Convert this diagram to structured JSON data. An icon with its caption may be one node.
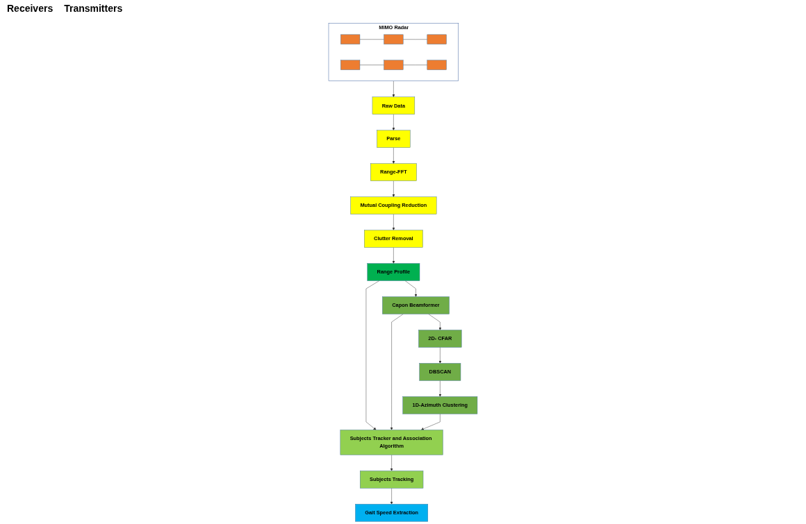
{
  "diagram": {
    "nodes": [
      {
        "text": [
          "MIMO Radar"
        ]
      },
      {
        "text": [],
        "shape": "box",
        "in": 0
      },
      {
        "text": [],
        "shape": "box",
        "in": 0
      },
      {
        "text": [],
        "shape": "box",
        "in": 0
      },
      {
        "text": [],
        "shape": "box",
        "in": 0
      },
      {
        "text": [],
        "shape": "box",
        "in": 0
      },
      {
        "text": [],
        "shape": "box",
        "in": 0
      },
      {
        "text": [
          "Raw Data"
        ]
      },
      {
        "text": [
          "Parse"
        ]
      },
      {
        "text": [
          "Range-FFT"
        ]
      },
      {
        "text": [
          "Mutual Coupling Reduction"
        ]
      },
      {
        "text": [
          "Clutter Removal"
        ]
      },
      {
        "text": [
          "Range Profile"
        ]
      },
      {
        "text": [
          "Capon Beamformer"
        ]
      },
      {
        "text": [
          "2D- CFAR"
        ]
      },
      {
        "text": [
          "DBSCAN"
        ]
      },
      {
        "text": [
          "1D-Azimuth Clustering"
        ]
      },
      {
        "text": [
          "Subjects Tracker and Association Algorithm"
        ]
      },
      {
        "text": [
          "Subjects Tracking"
        ]
      },
      {
        "text": [
          "Gait Speed Extraction"
        ]
      }
    ],
    "edges": [
      {
        "from": 1,
        "to": 2,
        "arrow": "none"
      },
      {
        "from": 2,
        "to": 3,
        "arrow": "none"
      },
      {
        "from": 4,
        "to": 5,
        "arrow": "none"
      },
      {
        "from": 5,
        "to": 6,
        "arrow": "none"
      },
      {
        "from": 0,
        "to": 7,
        "arrow": "to"
      },
      {
        "from": 7,
        "to": 8,
        "arrow": "to"
      },
      {
        "from": 8,
        "to": 9,
        "arrow": "to"
      },
      {
        "from": 9,
        "to": 10,
        "arrow": "to"
      },
      {
        "from": 10,
        "to": 11,
        "arrow": "to"
      },
      {
        "from": 11,
        "to": 12,
        "arrow": "to"
      },
      {
        "from": 12,
        "to": 13,
        "arrow": "to"
      },
      {
        "from": 12,
        "to": 17,
        "arrow": "to"
      },
      {
        "from": 13,
        "to": 14,
        "arrow": "to"
      },
      {
        "from": 14,
        "to": 15,
        "arrow": "to"
      },
      {
        "from": 15,
        "to": 16,
        "arrow": "to"
      },
      {
        "from": 13,
        "to": 17,
        "arrow": "to"
      },
      {
        "from": 16,
        "to": 17,
        "arrow": "to"
      },
      {
        "from": 17,
        "to": 18,
        "arrow": "to"
      },
      {
        "from": 18,
        "to": 19,
        "arrow": "to"
      }
    ],
    "labels": [
      "Receivers",
      "Transmitters"
    ]
  }
}
